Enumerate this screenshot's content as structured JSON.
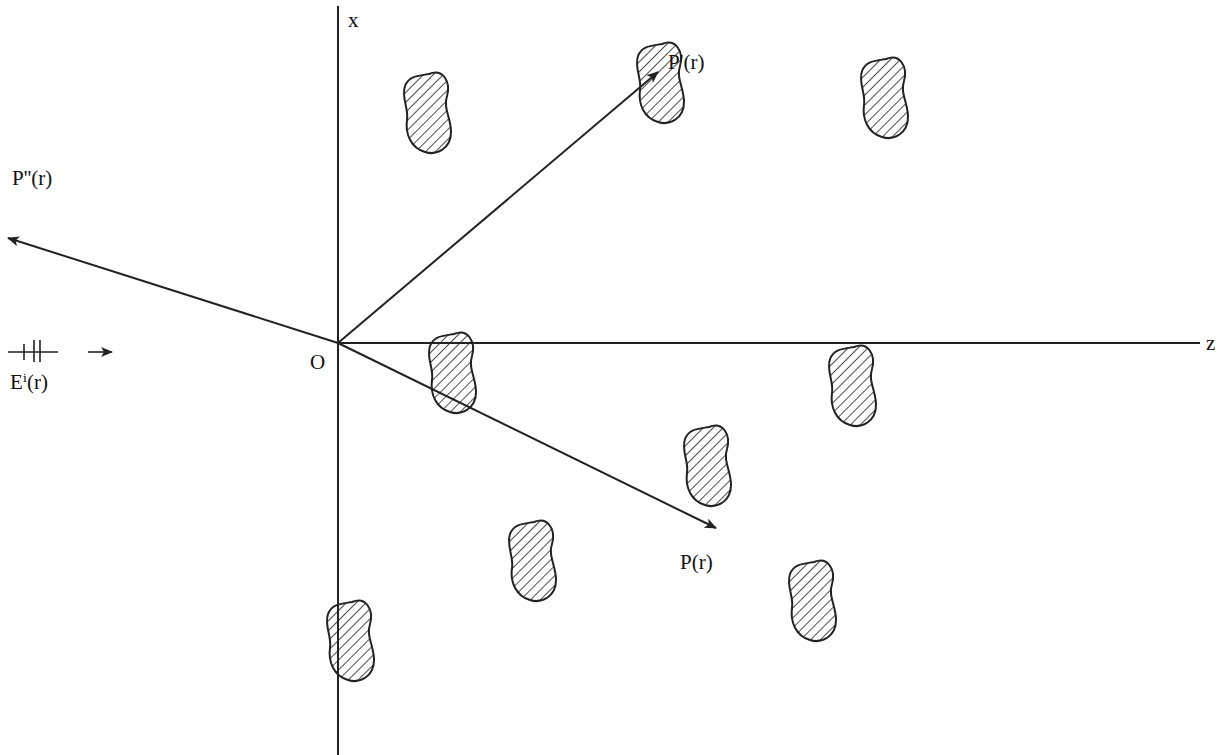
{
  "diagram": {
    "labels": [
      "x",
      "z",
      "O",
      "P''(r)",
      "P'(r)",
      "P(r)",
      "Eⁱ(r)"
    ]
  }
}
